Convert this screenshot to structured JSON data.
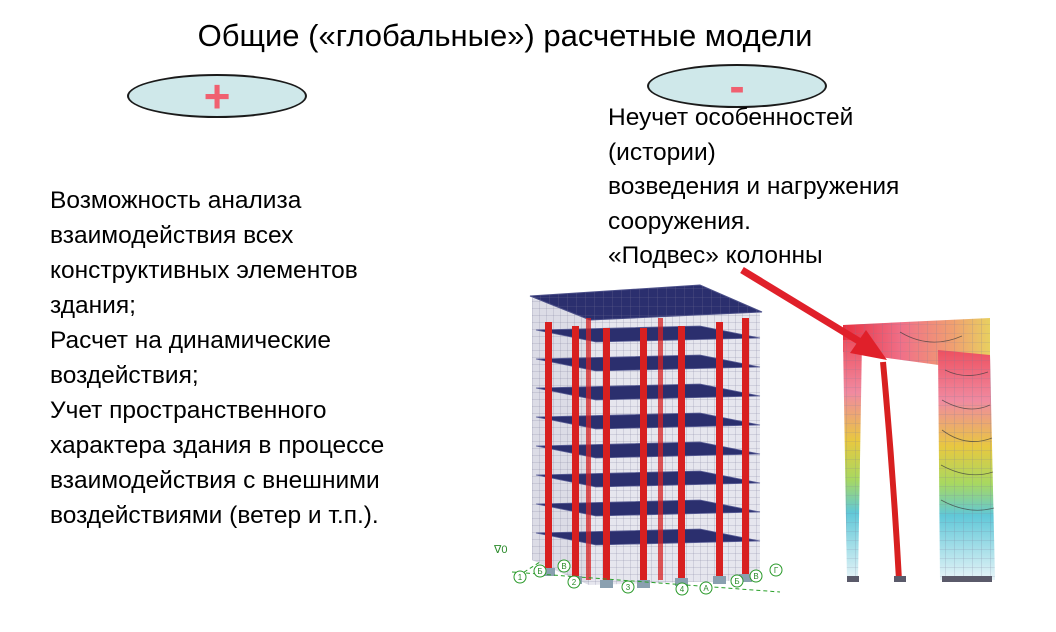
{
  "title": "Общие  («глобальные») расчетные модели",
  "badges": {
    "plus": {
      "symbol": "+",
      "color": "#f06070"
    },
    "minus": {
      "symbol": "-",
      "color": "#f06070"
    }
  },
  "advantages": {
    "lines": [
      "Возможность анализа",
      "взаимодействия всех",
      "конструктивных элементов",
      "здания;",
      "Расчет на динамические",
      "воздействия;",
      "Учет пространственного",
      "характера здания в процессе",
      "взаимодействия с внешними",
      "воздействиями (ветер и т.п.)."
    ]
  },
  "disadvantages": {
    "lines": [
      "Неучет особенностей",
      "(истории)",
      "возведения и нагружения",
      "сооружения.",
      "«Подвес» колонны"
    ]
  },
  "model": {
    "level_label": "∇0",
    "axis_labels": [
      "1",
      "Б",
      "2",
      "В",
      "3",
      "4",
      "А",
      "Б",
      "В",
      "Г"
    ]
  },
  "colors": {
    "badge_fill": "#cfe8ea",
    "column_red": "#d82020",
    "slab_dark": "#2b2f6e",
    "arrow": "#e0202a"
  }
}
